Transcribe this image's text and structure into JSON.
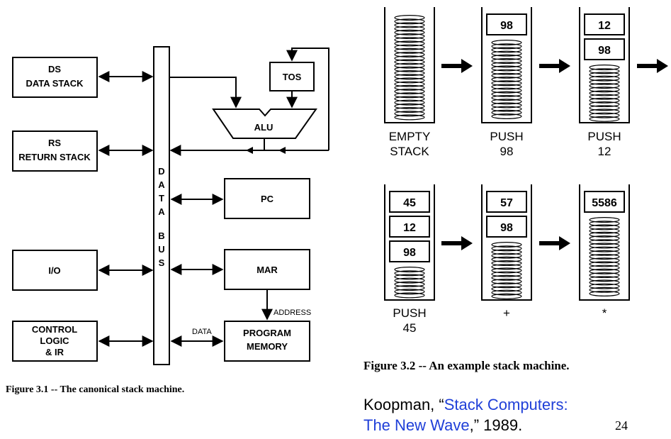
{
  "figure1": {
    "blocks": {
      "ds": [
        "DS",
        "DATA STACK"
      ],
      "rs": [
        "RS",
        "RETURN STACK"
      ],
      "io": [
        "I/O"
      ],
      "control": [
        "CONTROL",
        "LOGIC",
        "& IR"
      ],
      "tos": [
        "TOS"
      ],
      "alu": [
        "ALU"
      ],
      "pc": [
        "PC"
      ],
      "mar": [
        "MAR"
      ],
      "program_memory": [
        "PROGRAM",
        "MEMORY"
      ]
    },
    "bus_label": [
      "D",
      "A",
      "T",
      "A",
      "B",
      "U",
      "S"
    ],
    "address_label": "ADDRESS",
    "data_label": "DATA",
    "caption": "Figure 3.1 -- The canonical stack machine."
  },
  "figure2": {
    "stacks": [
      {
        "values": [],
        "label": [
          "EMPTY",
          "STACK"
        ]
      },
      {
        "values": [
          "98"
        ],
        "label": [
          "PUSH",
          "98"
        ]
      },
      {
        "values": [
          "12",
          "98"
        ],
        "label": [
          "PUSH",
          "12"
        ]
      },
      {
        "values": [
          "45",
          "12",
          "98"
        ],
        "label": [
          "PUSH",
          "45"
        ]
      },
      {
        "values": [
          "57",
          "98"
        ],
        "label": [
          "+"
        ]
      },
      {
        "values": [
          "5586"
        ],
        "label": [
          "*"
        ]
      }
    ],
    "caption": "Figure 3.2 -- An example stack machine."
  },
  "citation": {
    "author": "Koopman, “",
    "title_line1": "Stack Computers:",
    "title_line2": "The New Wave",
    "suffix": ",” 1989."
  },
  "page_number": "24"
}
